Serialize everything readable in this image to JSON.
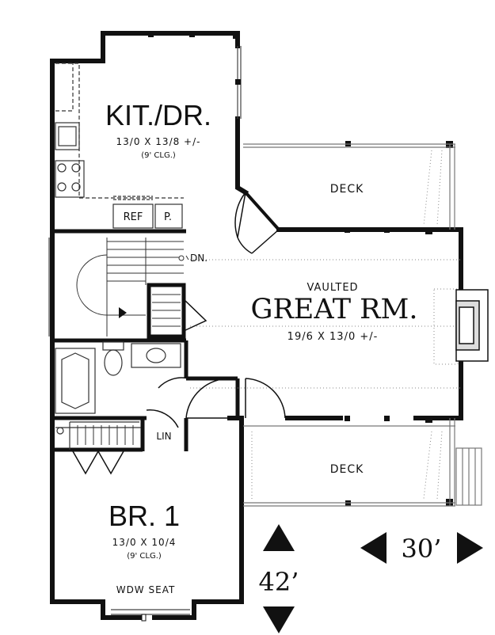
{
  "rooms": {
    "kitchen": {
      "name": "KIT./DR.",
      "dims": "13/0 X 13/8 +/-",
      "ceiling": "(9' CLG.)"
    },
    "great_room": {
      "note": "VAULTED",
      "name": "GREAT RM.",
      "dims": "19/6 X 13/0 +/-"
    },
    "bedroom": {
      "name": "BR. 1",
      "dims": "13/0 X 10/4",
      "ceiling": "(9' CLG.)"
    },
    "deck_upper": {
      "name": "DECK"
    },
    "deck_lower": {
      "name": "DECK"
    }
  },
  "labels": {
    "ref": "REF",
    "pantry": "P.",
    "stair_down": "DN.",
    "linen": "LIN",
    "window_seat": "WDW SEAT"
  },
  "dimensions": {
    "width": "30’",
    "depth": "42’"
  },
  "colors": {
    "wall": "#111111",
    "fixture": "#333333",
    "deck_line": "#888888"
  }
}
